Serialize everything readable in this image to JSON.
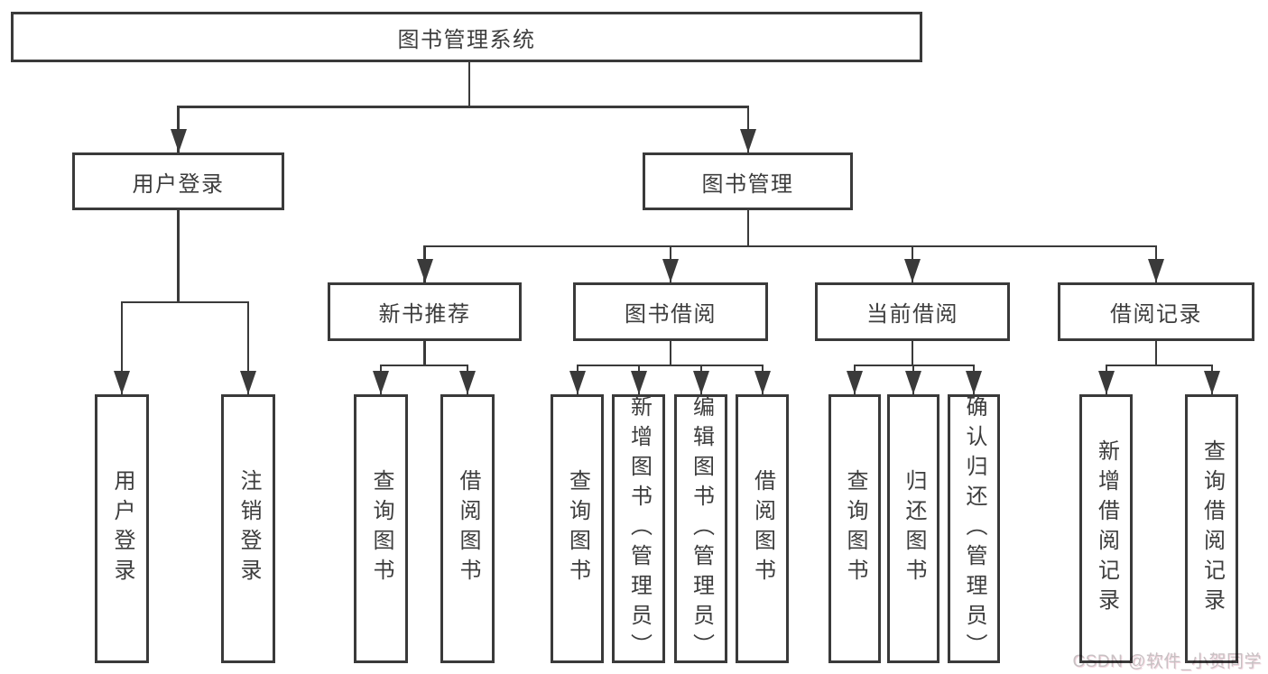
{
  "diagram": {
    "type": "tree",
    "root": {
      "label": "图书管理系统",
      "children": [
        {
          "label": "用户登录",
          "children": [
            {
              "label": "用户登录"
            },
            {
              "label": "注销登录"
            }
          ]
        },
        {
          "label": "图书管理",
          "children": [
            {
              "label": "新书推荐",
              "children": [
                {
                  "label": "查询图书"
                },
                {
                  "label": "借阅图书"
                }
              ]
            },
            {
              "label": "图书借阅",
              "children": [
                {
                  "label": "查询图书"
                },
                {
                  "label": "新增图书（管理员）"
                },
                {
                  "label": "编辑图书（管理员）"
                },
                {
                  "label": "借阅图书"
                }
              ]
            },
            {
              "label": "当前借阅",
              "children": [
                {
                  "label": "查询图书"
                },
                {
                  "label": "归还图书"
                },
                {
                  "label": "确认归还（管理员）"
                }
              ]
            },
            {
              "label": "借阅记录",
              "children": [
                {
                  "label": "新增借阅记录"
                },
                {
                  "label": "查询借阅记录"
                }
              ]
            }
          ]
        }
      ]
    }
  },
  "watermark": {
    "text": "CSDN @软件_小贺同学"
  },
  "colors": {
    "line": "#3a3a3a",
    "text": "#3d3d3d",
    "background": "#ffffff",
    "watermark": "#c7c1c3"
  }
}
